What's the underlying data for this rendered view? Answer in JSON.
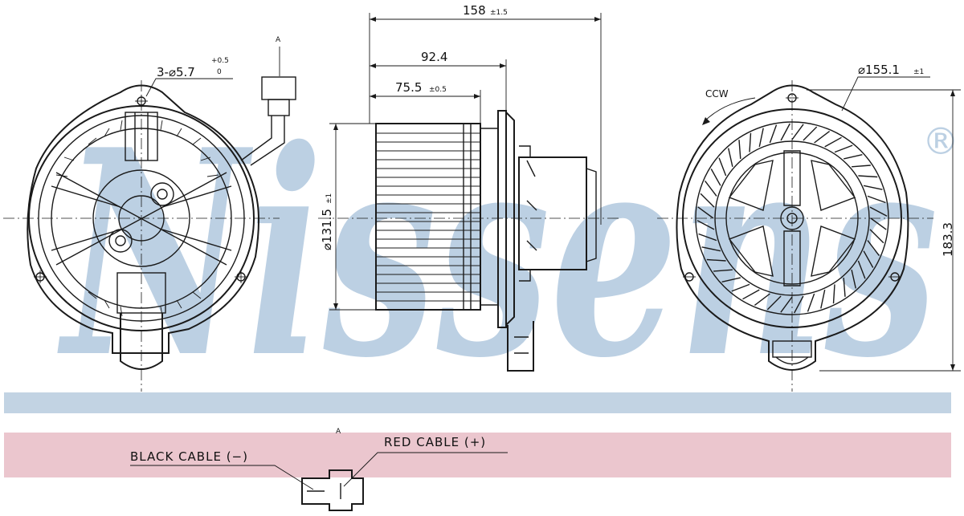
{
  "watermark": {
    "brand": "Nissens",
    "registered_mark": "®"
  },
  "colors": {
    "watermark": "#bcd0e3",
    "blue_band": "#c2d3e3",
    "pink_band": "#ebc6ce",
    "line": "#1a1a1a",
    "background": "#ffffff"
  },
  "front_view": {
    "hole_note_main": "3-⌀5.7",
    "hole_tol_upper": "+0.5",
    "hole_tol_lower": "0",
    "view_marker": "A"
  },
  "side_view": {
    "dim_overall": "158",
    "dim_overall_tol": "±1.5",
    "dim_mid": "92.4",
    "dim_fan": "75.5",
    "dim_fan_tol": "±0.5",
    "dim_diameter": "⌀131.5",
    "dim_diameter_tol": "±1"
  },
  "rear_view": {
    "rotation": "CCW",
    "dim_diameter": "⌀155.1",
    "dim_diameter_tol": "±1",
    "dim_height": "183.3"
  },
  "connector_detail": {
    "view_marker": "A",
    "black_cable": "BLACK CABLE (−)",
    "red_cable": "RED CABLE (+)"
  }
}
